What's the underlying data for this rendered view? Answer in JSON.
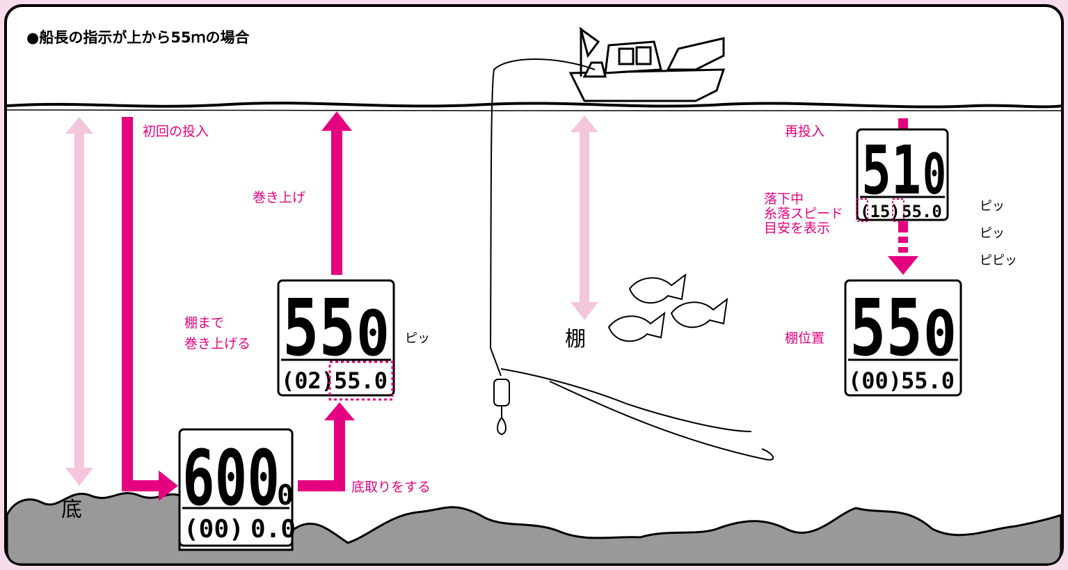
{
  "title": "●船長の指示が上から55ｍの場合",
  "labels": {
    "first_drop": "初回の投入",
    "reel_up": "巻き上げ",
    "reel_to_tana": "棚まで",
    "reel_to_tana_2": "巻き上げる",
    "bottom_take": "底取りをする",
    "redrop": "再投入",
    "falling_1": "落下中",
    "falling_2": "糸落スピード",
    "falling_3": "目安を表示",
    "tana_position": "棚位置",
    "bottom": "底",
    "tana": "棚",
    "beep_1": "ピッ",
    "beep_2": "ピッ",
    "beep_3": "ピピッ",
    "beep_4": "ピッ"
  },
  "displays": {
    "bottom": {
      "main": "600",
      "decimal": "0",
      "speed": "(00)",
      "sub": "0.0"
    },
    "reeled": {
      "main": "55",
      "decimal": "0",
      "speed": "(02)",
      "sub": "55.0"
    },
    "falling": {
      "main": "51",
      "decimal": "0",
      "speed": "(15)",
      "sub": "55.0"
    },
    "tana": {
      "main": "55",
      "decimal": "0",
      "speed": "(00)",
      "sub": "55.0"
    }
  },
  "colors": {
    "accent": "#e4007f",
    "light_accent": "#f4c6dc",
    "background": "#f8dceb",
    "seabed": "#999999"
  }
}
